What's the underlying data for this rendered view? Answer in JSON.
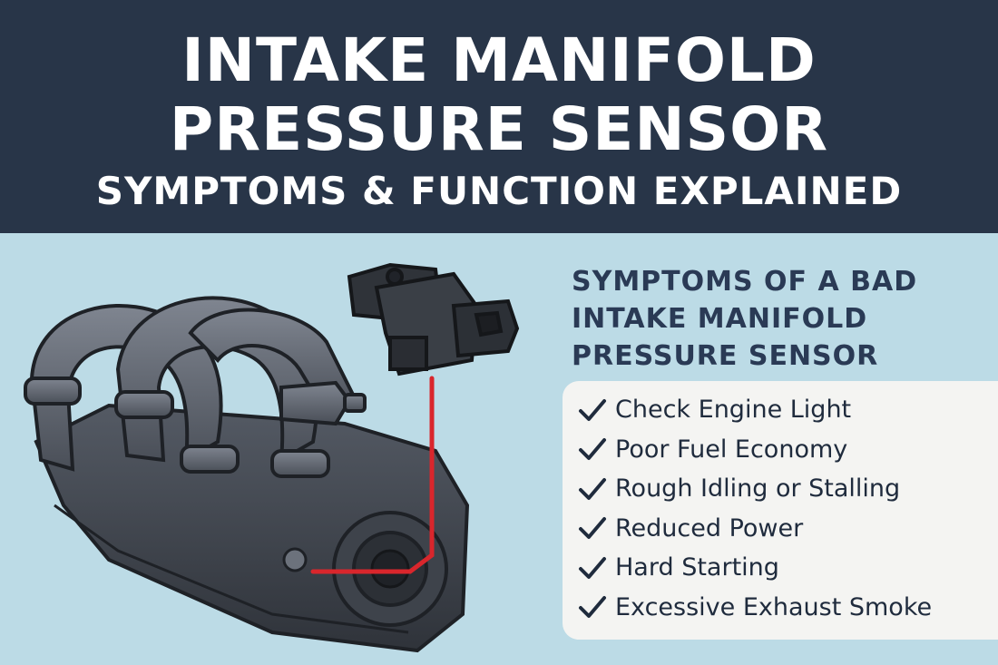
{
  "header": {
    "title_line1": "INTAKE MANIFOLD",
    "title_line2": "PRESSURE SENSOR",
    "subtitle": "SYMPTOMS & FUNCTION EXPLAINED"
  },
  "symptoms": {
    "heading_line1": "SYMPTOMS OF A BAD",
    "heading_line2": "INTAKE MANIFOLD",
    "heading_line3": "PRESSURE SENSOR",
    "items": [
      {
        "label": "Check Engine Light",
        "icon": "check-icon"
      },
      {
        "label": "Poor Fuel Economy",
        "icon": "check-icon"
      },
      {
        "label": "Rough Idling or Stalling",
        "icon": "check-icon"
      },
      {
        "label": "Reduced Power",
        "icon": "check-icon"
      },
      {
        "label": "Hard Starting",
        "icon": "check-icon"
      },
      {
        "label": "Excessive Exhaust Smoke",
        "icon": "check-icon"
      }
    ]
  },
  "colors": {
    "banner": "#283548",
    "background": "#bcdbe6",
    "card": "#f4f4f2",
    "heading_text": "#2a3a55",
    "wire": "#d9262c"
  }
}
